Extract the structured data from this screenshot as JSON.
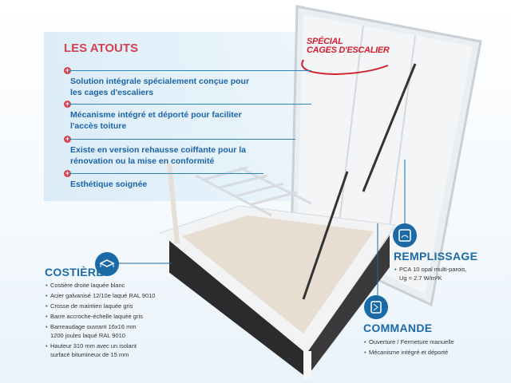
{
  "atouts": {
    "title": "LES ATOUTS",
    "items": [
      "Solution intégrale spécialement conçue pour les cages d'escaliers",
      "Mécanisme intégré et déporté pour faciliter l'accès toiture",
      "Existe en version rehausse coiffante pour la rénovation ou la mise en conformité",
      "Esthétique soignée"
    ]
  },
  "badge": {
    "line1": "SPÉCIAL",
    "line2": "CAGES D'ESCALIER"
  },
  "costiere": {
    "title": "COSTIÈRE",
    "icon": "frame-icon",
    "items": [
      "Costière droite laquée blanc",
      "Acier galvanisé 12/10e laqué RAL 9010",
      "Crosse de maintien laquée gris",
      "Barre accroche-échelle laquée gris",
      "Barreaudage ouvrant 16x16 mm 1200 joules laqué RAL 9010",
      "Hauteur 310 mm avec un isolant surfacé bitumineux de 15 mm"
    ]
  },
  "remplissage": {
    "title": "REMPLISSAGE",
    "icon": "panel-icon",
    "items": [
      "PCA 10 opal multi-parois, Ug = 2.7 W/m²K"
    ]
  },
  "commande": {
    "title": "COMMANDE",
    "icon": "mechanism-icon",
    "items": [
      "Ouverture / Fermeture manuelle",
      "Mécanisme intégré et déporté"
    ]
  },
  "colors": {
    "accent_red": "#d2434f",
    "brand_blue": "#1b6aa5"
  }
}
